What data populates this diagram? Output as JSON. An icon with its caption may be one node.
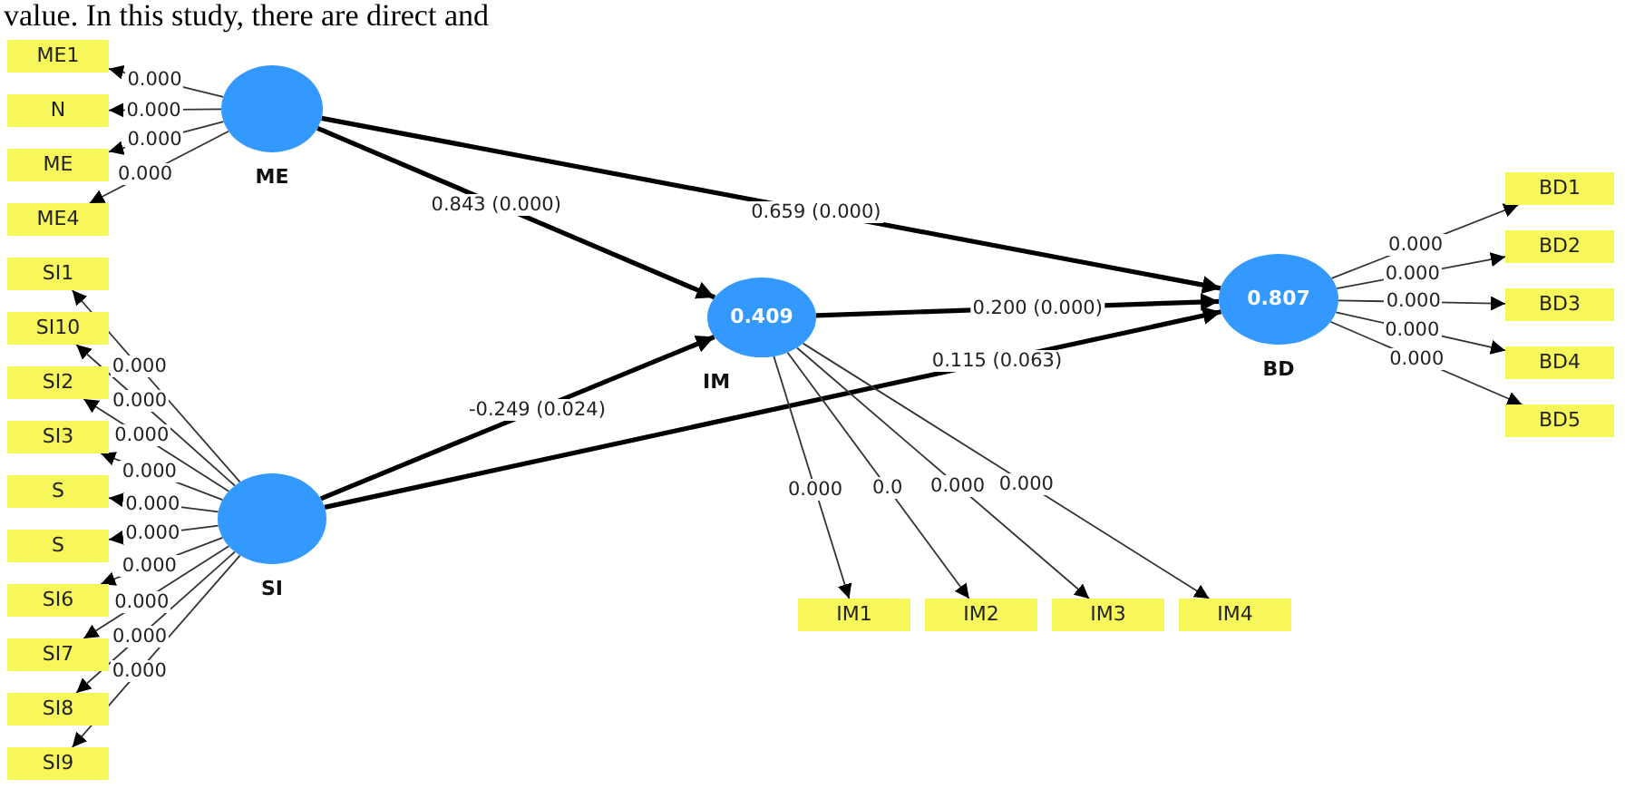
{
  "diagram": {
    "nodes": [
      {
        "text": [
          "ME1"
        ]
      },
      {
        "text": [
          "N"
        ]
      },
      {
        "text": [
          "ME"
        ]
      },
      {
        "text": [
          "ME4"
        ]
      },
      {
        "text": [
          "SI1"
        ]
      },
      {
        "text": [
          "SI10"
        ]
      },
      {
        "text": [
          "SI2"
        ]
      },
      {
        "text": [
          "SI3"
        ]
      },
      {
        "text": [
          "S"
        ]
      },
      {
        "text": [
          "S"
        ]
      },
      {
        "text": [
          "SI6"
        ]
      },
      {
        "text": [
          "SI7"
        ]
      },
      {
        "text": [
          "SI8"
        ]
      },
      {
        "text": [
          "SI9"
        ]
      },
      {
        "text": [
          "ME"
        ]
      },
      {
        "text": [
          "SI"
        ]
      },
      {
        "text": [
          "0.409",
          "IM"
        ]
      },
      {
        "text": [
          "IM1"
        ]
      },
      {
        "text": [
          "IM2"
        ]
      },
      {
        "text": [
          "IM3"
        ]
      },
      {
        "text": [
          "IM4"
        ]
      },
      {
        "text": [
          "0.807",
          "BD"
        ]
      },
      {
        "text": [
          "BD1"
        ]
      },
      {
        "text": [
          "BD2"
        ]
      },
      {
        "text": [
          "BD3"
        ]
      },
      {
        "text": [
          "BD4"
        ]
      },
      {
        "text": [
          "BD5"
        ]
      }
    ],
    "edges": [
      {
        "from": 14,
        "to": 0,
        "arrow": "to",
        "label": "0.000"
      },
      {
        "from": 14,
        "to": 1,
        "arrow": "to",
        "label": "0.000"
      },
      {
        "from": 14,
        "to": 2,
        "arrow": "to",
        "label": "0.000"
      },
      {
        "from": 14,
        "to": 3,
        "arrow": "to",
        "label": "0.000"
      },
      {
        "from": 15,
        "to": 4,
        "arrow": "to",
        "label": "0.000"
      },
      {
        "from": 15,
        "to": 5,
        "arrow": "to",
        "label": "0.000"
      },
      {
        "from": 15,
        "to": 6,
        "arrow": "to",
        "label": "0.000"
      },
      {
        "from": 15,
        "to": 7,
        "arrow": "to",
        "label": "0.000"
      },
      {
        "from": 15,
        "to": 8,
        "arrow": "to",
        "label": "0.000"
      },
      {
        "from": 15,
        "to": 9,
        "arrow": "to",
        "label": "0.000"
      },
      {
        "from": 15,
        "to": 10,
        "arrow": "to",
        "label": "0.000"
      },
      {
        "from": 15,
        "to": 11,
        "arrow": "to",
        "label": "0.000"
      },
      {
        "from": 15,
        "to": 12,
        "arrow": "to",
        "label": "0.000"
      },
      {
        "from": 15,
        "to": 13,
        "arrow": "to",
        "label": "0.000"
      },
      {
        "from": 14,
        "to": 16,
        "arrow": "to",
        "label": "0.843 (0.000)",
        "style": "thick"
      },
      {
        "from": 14,
        "to": 21,
        "arrow": "to",
        "label": "0.659 (0.000)",
        "style": "thick"
      },
      {
        "from": 15,
        "to": 16,
        "arrow": "to",
        "label": "-0.249 (0.024)",
        "style": "thick"
      },
      {
        "from": 15,
        "to": 21,
        "arrow": "to",
        "label": "0.115 (0.063)",
        "style": "thick"
      },
      {
        "from": 16,
        "to": 21,
        "arrow": "to",
        "label": "0.200 (0.000)",
        "style": "thick"
      },
      {
        "from": 16,
        "to": 17,
        "arrow": "to",
        "label": "0.000"
      },
      {
        "from": 16,
        "to": 18,
        "arrow": "to",
        "label": "0.0"
      },
      {
        "from": 16,
        "to": 19,
        "arrow": "to",
        "label": "0.000"
      },
      {
        "from": 16,
        "to": 20,
        "arrow": "to",
        "label": "0.000"
      },
      {
        "from": 21,
        "to": 22,
        "arrow": "to",
        "label": "0.000"
      },
      {
        "from": 21,
        "to": 23,
        "arrow": "to",
        "label": "0.000"
      },
      {
        "from": 21,
        "to": 24,
        "arrow": "to",
        "label": "0.000"
      },
      {
        "from": 21,
        "to": 25,
        "arrow": "to",
        "label": "0.000"
      },
      {
        "from": 21,
        "to": 26,
        "arrow": "to",
        "label": "0.000"
      }
    ],
    "labels": [
      "value. In this study, there are direct and"
    ]
  }
}
